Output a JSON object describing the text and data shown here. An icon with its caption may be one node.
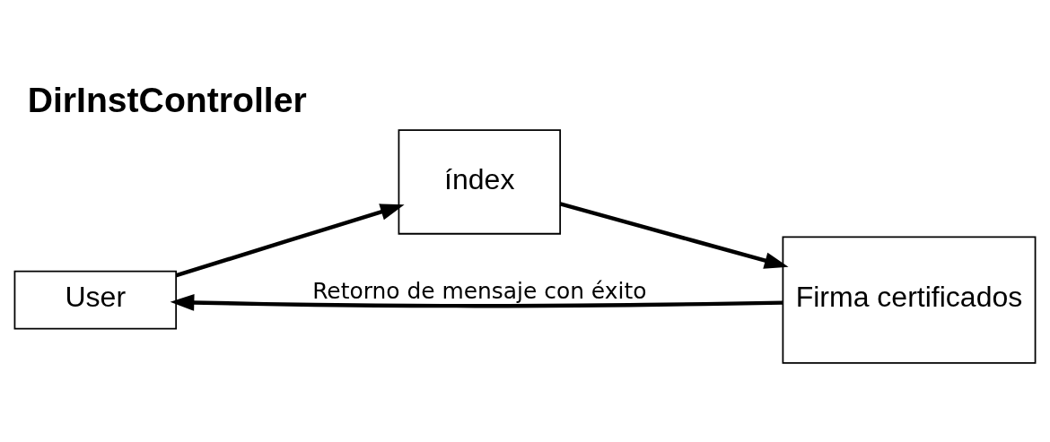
{
  "diagram": {
    "title": "DirInstController",
    "nodes": [
      {
        "text": [
          "User"
        ]
      },
      {
        "text": [
          "índex"
        ]
      },
      {
        "text": [
          "Firma certificados"
        ]
      }
    ],
    "edges": [
      {
        "from": 0,
        "to": 1,
        "arrow": "to"
      },
      {
        "from": 1,
        "to": 2,
        "arrow": "to"
      },
      {
        "from": 2,
        "to": 0,
        "arrow": "to",
        "label": "Retorno de mensaje con éxito"
      }
    ]
  }
}
